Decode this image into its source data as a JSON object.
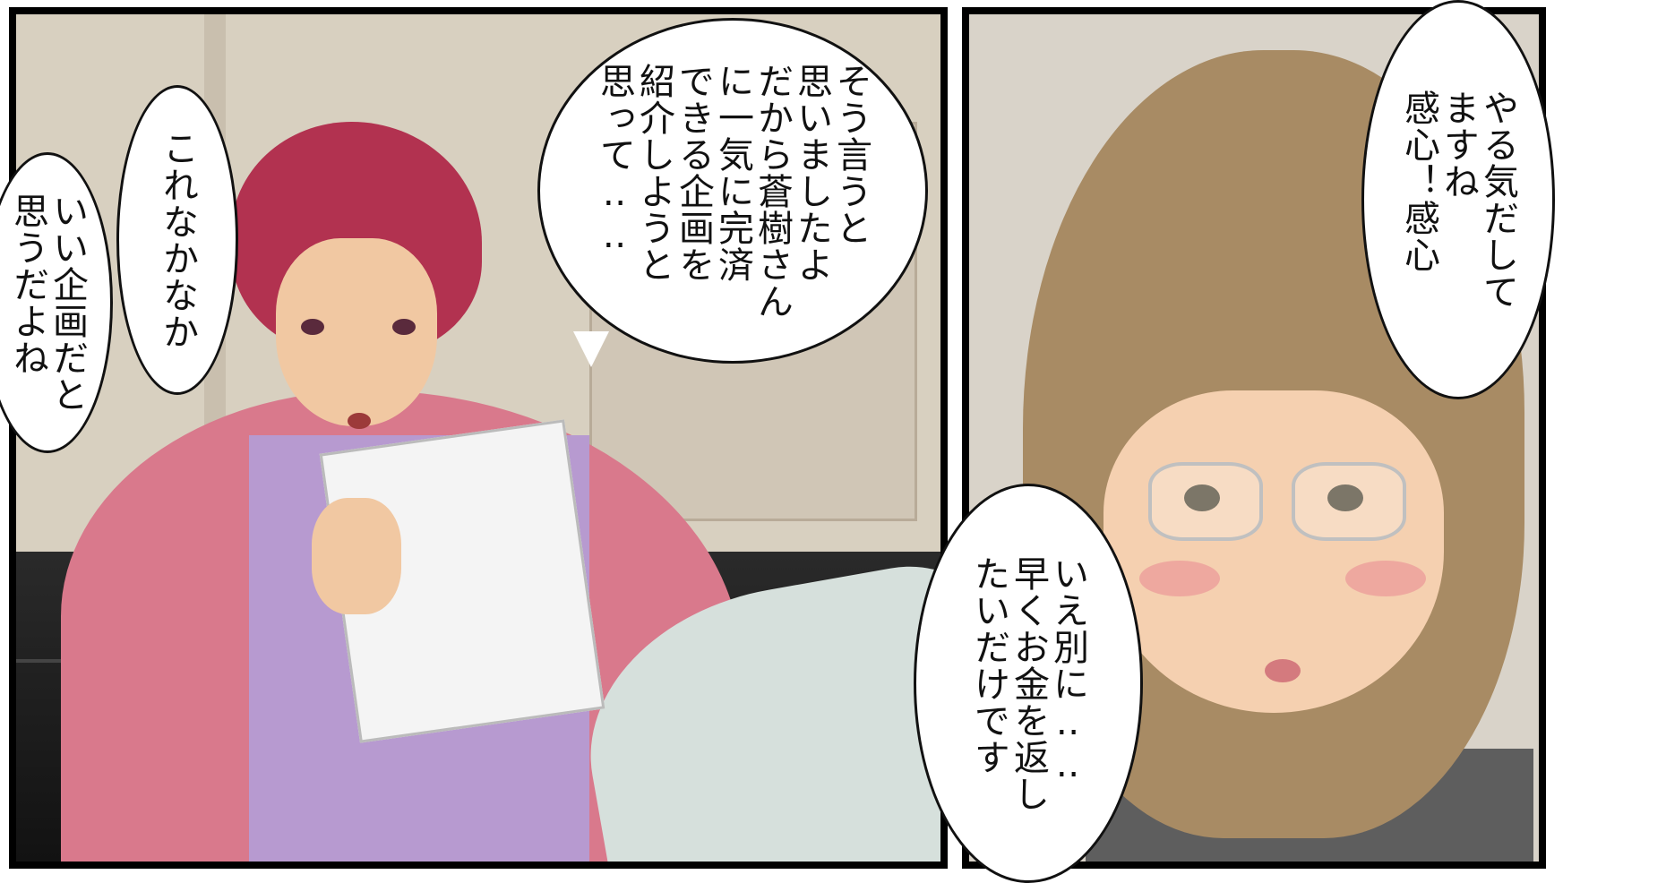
{
  "bubbles": [
    {
      "text": "そう言うと\n思いましたよ\nだから蒼樹さん\nに一気に完済\nできる企画を\n紹介しようと\n思って‥‥"
    },
    {
      "text": "これなかなか"
    },
    {
      "text": "いい企画だと\n思うだよね"
    },
    {
      "text": "やる気だして\nますね\n感心！感心"
    },
    {
      "text": "いえ別に‥‥\n早くお金を返し\nたいだけです"
    }
  ]
}
